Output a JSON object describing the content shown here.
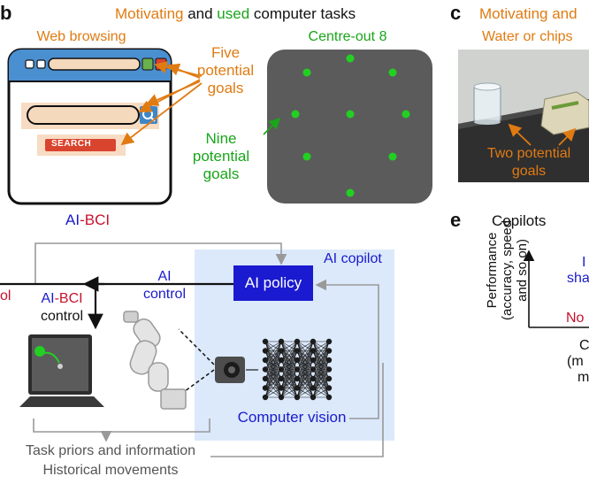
{
  "panels": {
    "b": {
      "letter": "b",
      "title": {
        "part1": "Motivating",
        "part2": " and ",
        "part3": "used",
        "part4": " computer tasks"
      },
      "web_browsing": "Web browsing",
      "search_button": "SEARCH",
      "five_goals": [
        "Five",
        "potential",
        "goals"
      ],
      "centre_out": "Centre-out 8",
      "nine_goals": [
        "Nine",
        "potential",
        "goals"
      ]
    },
    "c": {
      "letter": "c",
      "title_visible": "Motivating and",
      "subtitle": "Water or chips",
      "two_goals": [
        "Two potential",
        "goals"
      ]
    },
    "d": {
      "title": {
        "part1": "AI",
        "part2": "-BCI"
      },
      "ol_fragment": "ol",
      "ai_bci_control": {
        "line1a": "AI",
        "line1b": "-BCI",
        "line2": "control"
      },
      "ai_control": [
        "AI",
        "control"
      ],
      "ai_policy": "AI policy",
      "ai_copilot": "AI copilot",
      "computer_vision": "Computer vision",
      "task_priors": "Task priors and information",
      "historical": "Historical movements"
    },
    "e": {
      "letter": "e",
      "title_visible": "Copilots",
      "ylabel": [
        "Performance",
        "(accuracy, speed",
        "and so on)"
      ],
      "top_text": [
        "I",
        "sha"
      ],
      "bottom_text": "No",
      "xlabel_fragments": [
        "C",
        "(m",
        "m"
      ]
    }
  },
  "colors": {
    "motivating": "#e07b12",
    "used": "#1aa51a",
    "ai": "#1a1acc",
    "bci": "#c8102e",
    "copilot_bg": "#dbe9fb",
    "screen_gray": "#5b5b5b",
    "target_green": "#22d022"
  }
}
